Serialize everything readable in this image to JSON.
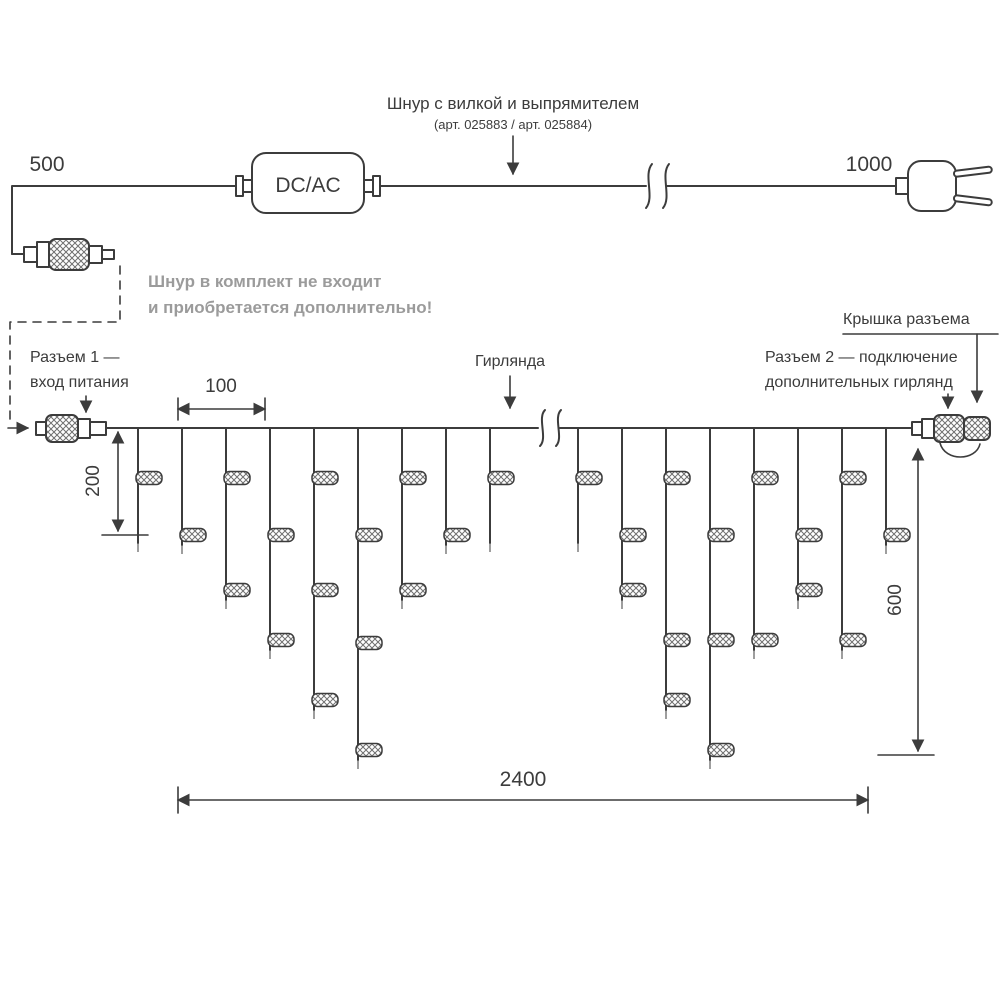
{
  "diagram": {
    "power_cord": {
      "label": "Шнур с вилкой и выпрямителем",
      "sublabel": "(арт. 025883 / арт. 025884)",
      "adapter_label": "DC/AC",
      "dim_left": "500",
      "dim_right": "1000"
    },
    "note": {
      "line1": "Шнур в комплект не входит",
      "line2": "и приобретается дополнительно!"
    },
    "connector1_label": {
      "line1": "Разъем 1 —",
      "line2": "вход питания"
    },
    "garland_label": "Гирлянда",
    "connector2_label": {
      "line1": "Разъем 2 — подключение",
      "line2": "дополнительных гирлянд"
    },
    "cap_label": "Крышка разъема",
    "dimensions": {
      "led_spacing": "100",
      "short_drop": "200",
      "long_drop": "600",
      "total_length": "2400"
    },
    "colors": {
      "line": "#3c3c3c",
      "note_text": "#9b9b9b",
      "background": "#ffffff"
    }
  }
}
